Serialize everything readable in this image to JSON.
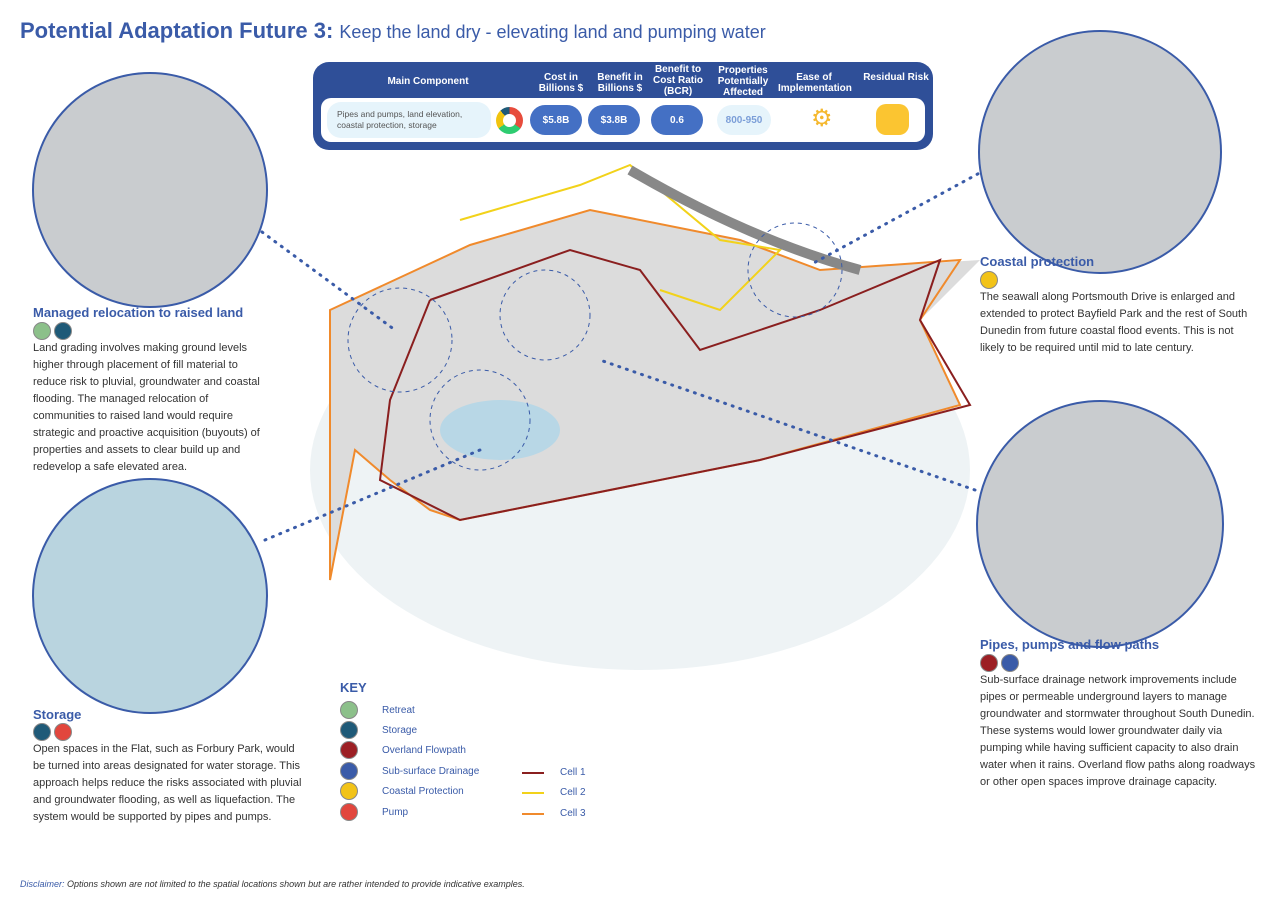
{
  "title": {
    "bold": "Potential Adaptation Future 3:",
    "rest": "Keep the land dry - elevating land and pumping water"
  },
  "table": {
    "headers": [
      "Main Component",
      "Cost in Billions $",
      "Benefit in Billions $",
      "Benefit to Cost Ratio (BCR)",
      "Properties Potentially Affected",
      "Ease of Implementation",
      "Residual Risk"
    ],
    "main_component": "Pipes and pumps, land elevation, coastal protection, storage",
    "cost": "$5.8B",
    "benefit": "$3.8B",
    "bcr": "0.6",
    "properties": "800-950",
    "residual_risk_color": "#fbc531"
  },
  "sections": {
    "relocation": {
      "title": "Managed relocation to raised land",
      "text": "Land grading involves making ground levels higher through placement of fill material to reduce risk to pluvial, groundwater and coastal flooding. The managed relocation of communities to raised land would require strategic and proactive acquisition (buyouts) of properties and assets to clear build up and redevelop a safe elevated area."
    },
    "storage": {
      "title": "Storage",
      "text": "Open spaces in the Flat, such as Forbury Park, would be turned into areas designated for water storage. This approach helps reduce the risks associated with pluvial and groundwater flooding, as well as liquefaction. The system would be supported by pipes and pumps."
    },
    "coastal": {
      "title": "Coastal protection",
      "text": "The seawall along Portsmouth Drive is enlarged and extended to protect Bayfield Park and the rest of South Dunedin from future coastal flood events. This is not likely to be required until mid to late century."
    },
    "pipes": {
      "title": "Pipes, pumps and flow paths",
      "text": "Sub-surface drainage network improvements include pipes or permeable underground layers to manage groundwater and stormwater throughout South Dunedin. These systems would lower groundwater daily via pumping while having sufficient capacity to also drain water when it rains. Overland flow paths along roadways or other open spaces improve drainage capacity."
    }
  },
  "key": {
    "title": "KEY",
    "items": [
      {
        "label": "Retreat",
        "color": "#8cc08a"
      },
      {
        "label": "Storage",
        "color": "#1f5a78"
      },
      {
        "label": "Overland Flowpath",
        "color": "#9c1f24"
      },
      {
        "label": "Sub-surface Drainage",
        "color": "#3a5ba8"
      },
      {
        "label": "Coastal Protection",
        "color": "#f2c318"
      },
      {
        "label": "Pump",
        "color": "#e2463d"
      }
    ],
    "cells": [
      {
        "label": "Cell 1",
        "color": "#8a1f1f"
      },
      {
        "label": "Cell 2",
        "color": "#f2d21a"
      },
      {
        "label": "Cell 3",
        "color": "#f08a2c"
      }
    ]
  },
  "disclaimer": {
    "label": "Disclaimer:",
    "text": "Options shown are not limited to the spatial locations shown but are rather intended to provide indicative examples."
  }
}
